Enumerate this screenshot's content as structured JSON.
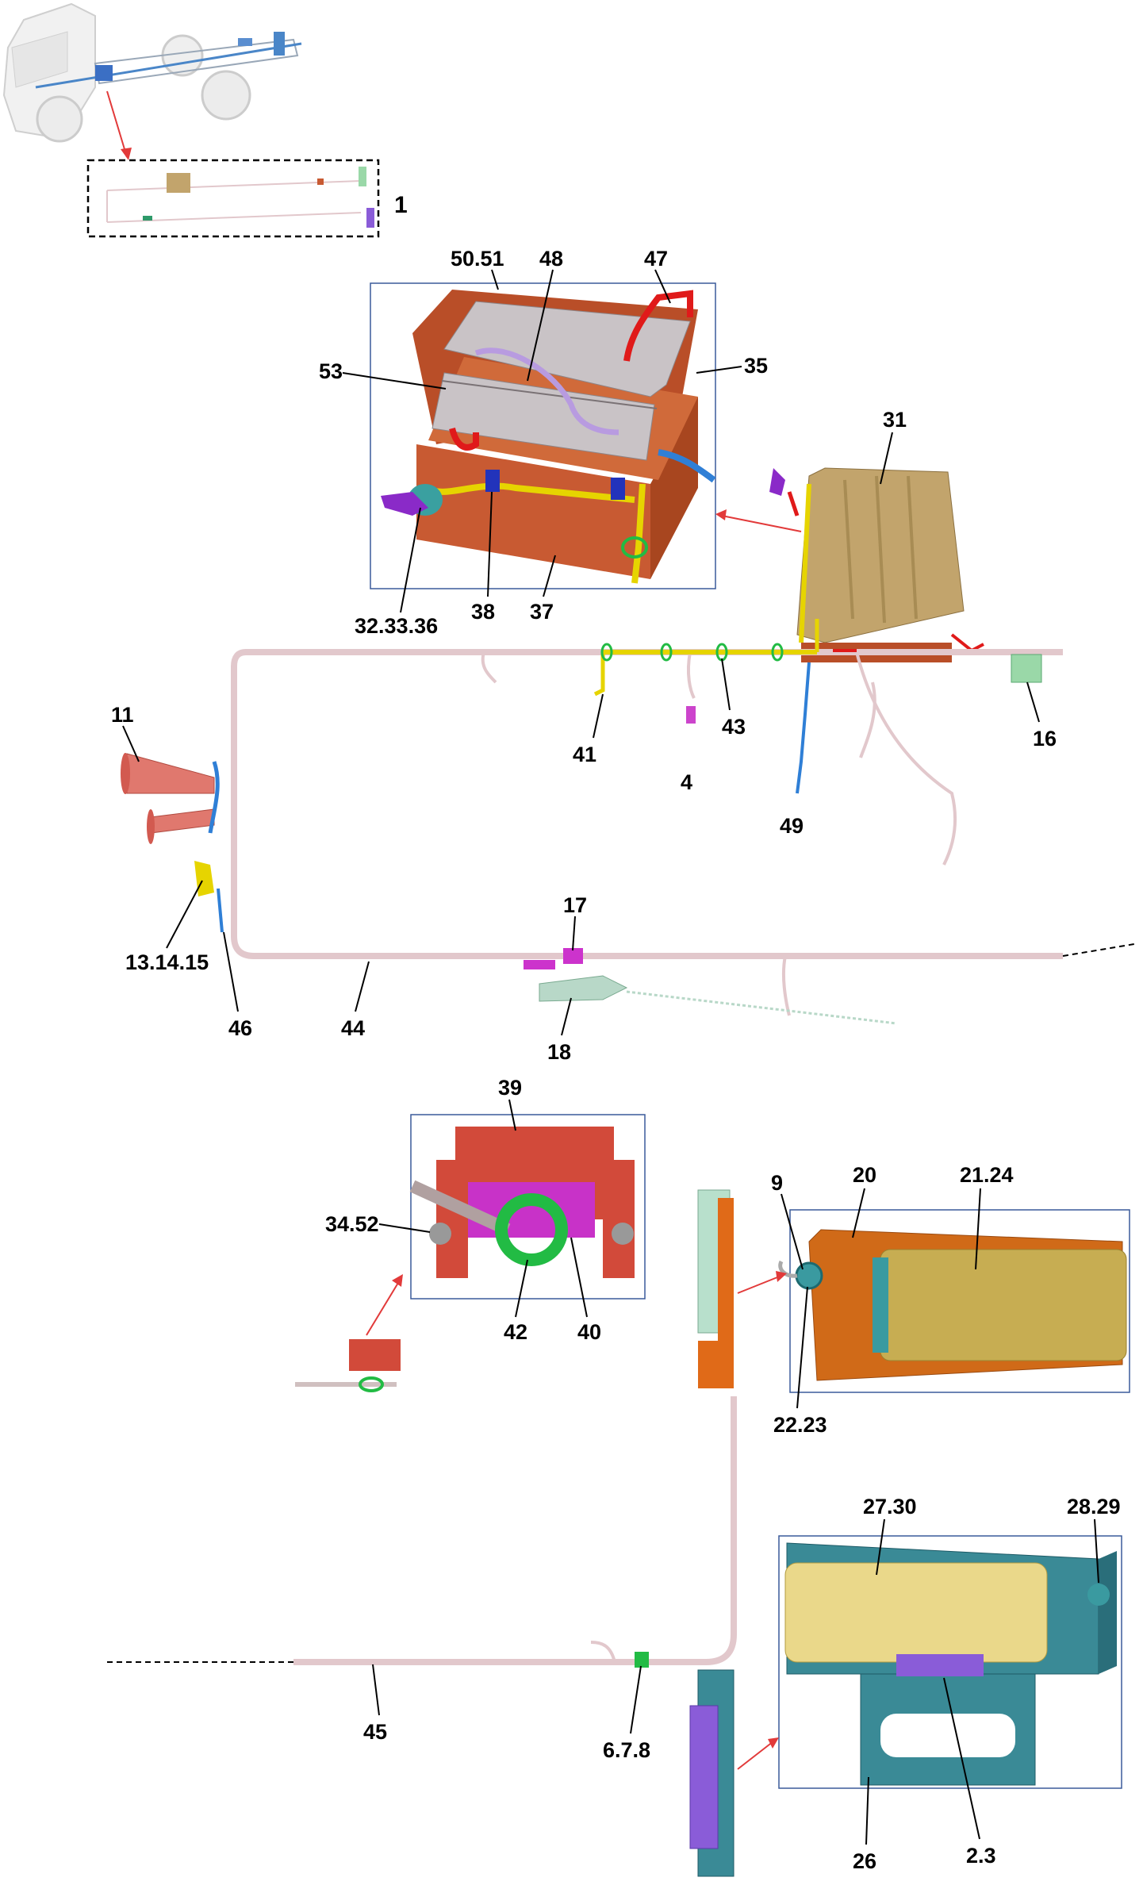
{
  "labels": {
    "l1": "1",
    "l50_51": "50.51",
    "l48": "48",
    "l47": "47",
    "l53": "53",
    "l35": "35",
    "l31": "31",
    "l32_33_36": "32.33.36",
    "l38": "38",
    "l37": "37",
    "l11": "11",
    "l41": "41",
    "l4": "4",
    "l43": "43",
    "l16": "16",
    "l49": "49",
    "l13_14_15": "13.14.15",
    "l17": "17",
    "l46": "46",
    "l44": "44",
    "l18": "18",
    "l39": "39",
    "l34_52": "34.52",
    "l42": "42",
    "l40": "40",
    "l9": "9",
    "l20": "20",
    "l21_24": "21.24",
    "l22_23": "22.23",
    "l27_30": "27.30",
    "l28_29": "28.29",
    "l45": "45",
    "l6_7_8": "6.7.8",
    "l26": "26",
    "l2_3": "2.3"
  },
  "colors": {
    "harness": "#e2c8cc",
    "battery_box": "#c85a32",
    "battery_top": "#c9c3c6",
    "cable_red": "#e01a1a",
    "cable_yellow": "#e6d400",
    "cable_blue": "#2f7fd6",
    "cable_purple": "#b89be0",
    "clip_green": "#22bb44",
    "horn": "#e0786e",
    "cover_tan": "#c2a46c",
    "lamp_gold": "#c7ad52",
    "lamp_teal": "#3a9aa0",
    "arrow": "#e23a3a"
  }
}
